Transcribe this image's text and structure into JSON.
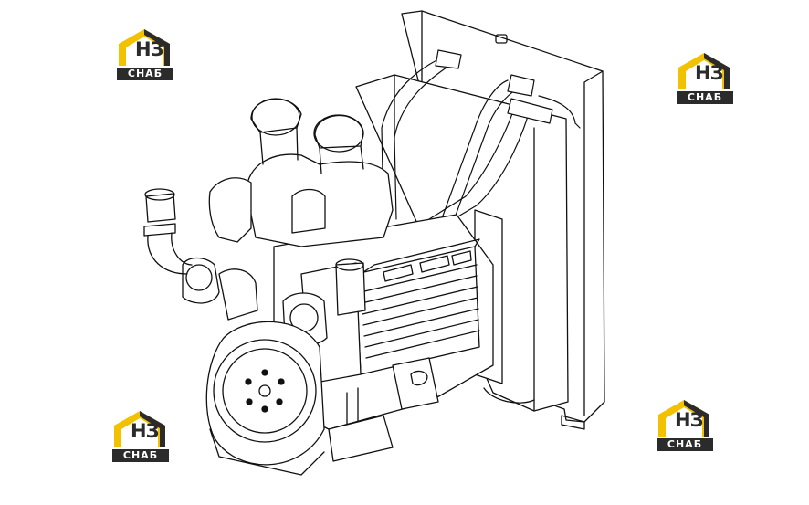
{
  "image": {
    "subject": "engine",
    "colors": {
      "background": "#ffffff",
      "linework": "#111111",
      "logo_yellow": "#f2c200",
      "logo_dark": "#2b2b2b"
    }
  },
  "watermark": {
    "brand_mark": "НЗ",
    "brand_word": "СНАБ",
    "icon": "house-roof-icon"
  }
}
